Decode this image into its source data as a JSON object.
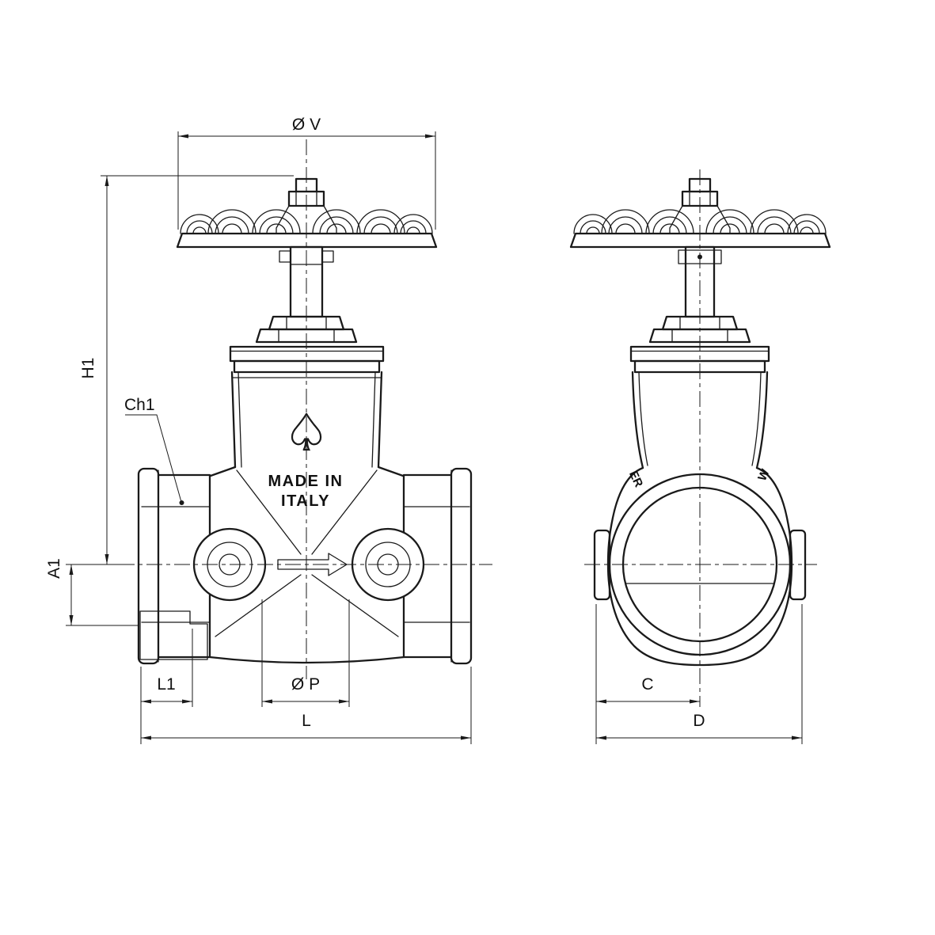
{
  "drawing": {
    "dimensions": {
      "v": "Ø V",
      "h1": "H1",
      "ch1": "Ch1",
      "a1": "A1",
      "l1": "L1",
      "p": "Ø P",
      "l": "L",
      "c": "C",
      "d": "D"
    },
    "markings": {
      "made_in_line1": "MADE IN",
      "made_in_line2": "ITALY",
      "spade_symbol": "♠",
      "cast_left": "ER",
      "cast_right": "W"
    },
    "colors": {
      "line": "#1a1a1a",
      "background": "#ffffff"
    }
  }
}
